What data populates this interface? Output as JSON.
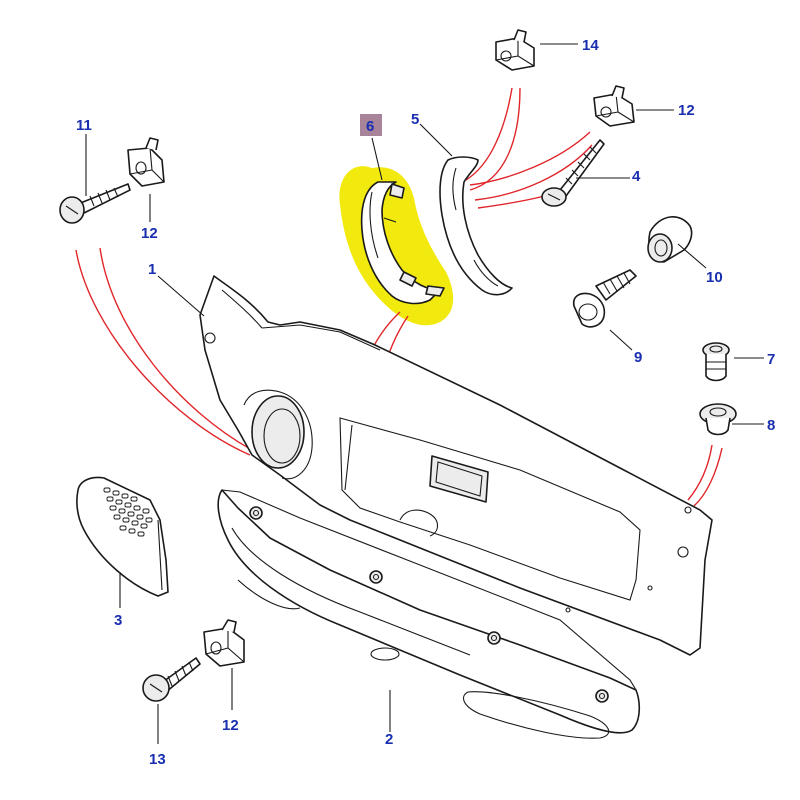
{
  "colors": {
    "callout_text": "#1a2fb0",
    "highlight": "#f2ea0e",
    "badge_fill": "#a7849a",
    "connector": "#e0262a",
    "outline": "#1a1a1a"
  },
  "callouts": {
    "c1": "1",
    "c2": "2",
    "c3": "3",
    "c4": "4",
    "c5": "5",
    "c6": "6",
    "c7": "7",
    "c8": "8",
    "c9": "9",
    "c10": "10",
    "c11": "11",
    "c12a": "12",
    "c12b": "12",
    "c12c": "12",
    "c13": "13",
    "c14": "14"
  },
  "highlighted_part": "6"
}
